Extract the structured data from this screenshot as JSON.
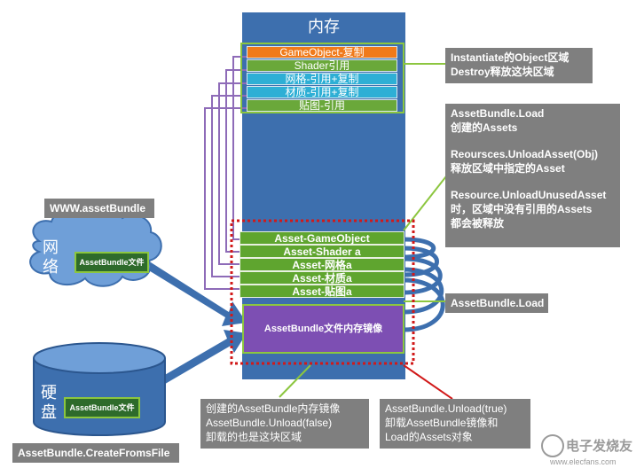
{
  "memory": {
    "title": "内存",
    "top_bars": [
      {
        "label": "GameObject-复制",
        "color": "#f07a1a"
      },
      {
        "label": "Shader引用",
        "color": "#6aa83a"
      },
      {
        "label": "网格-引用+复制",
        "color": "#2eafd5"
      },
      {
        "label": "材质-引用+复制",
        "color": "#2eafd5"
      },
      {
        "label": "贴图-引用",
        "color": "#6aa83a"
      }
    ],
    "asset_bars": [
      "Asset-GameObject",
      "Asset-Shader a",
      "Asset-网格a",
      "Asset-材质a",
      "Asset-贴图a"
    ],
    "mirror_label": "AssetBundle文件内存镜像"
  },
  "notes": {
    "instantiate": [
      "Instantiate的Object区域",
      "Destroy释放这块区域"
    ],
    "load_info": [
      "AssetBundle.Load",
      "创建的Assets",
      "",
      "Reoursces.UnloadAsset(Obj)",
      "释放区域中指定的Asset",
      "",
      "Resource.UnloadUnusedAsset",
      "时，区域中没有引用的Assets",
      "都会被释放"
    ],
    "assetbundle_load": "AssetBundle.Load",
    "www": "WWW.assetBundle",
    "create_from_file": "AssetBundle.CreateFromsFile",
    "unload_false": [
      "创建的AssetBundle内存镜像",
      "AssetBundle.Unload(false)",
      "卸载的也是这块区域"
    ],
    "unload_true": [
      "AssetBundle.Unload(true)",
      "卸载AssetBundle镜像和",
      "Load的Assets对象"
    ]
  },
  "network": {
    "label_line1": "网",
    "label_line2": "络",
    "file_label": "AssetBundle文件"
  },
  "disk": {
    "label_line1": "硬",
    "label_line2": "盘",
    "file_label": "AssetBundle文件"
  },
  "watermark": {
    "brand": "电子发烧友",
    "url": "www.elecfans.com"
  },
  "colors": {
    "memory_blue": "#3d6fae",
    "note_gray": "#7f7f7f",
    "green_line": "#8cc63f",
    "purple": "#7a4ea0",
    "red_dotted": "#d11919",
    "cloud_blue": "#5b87c4"
  }
}
